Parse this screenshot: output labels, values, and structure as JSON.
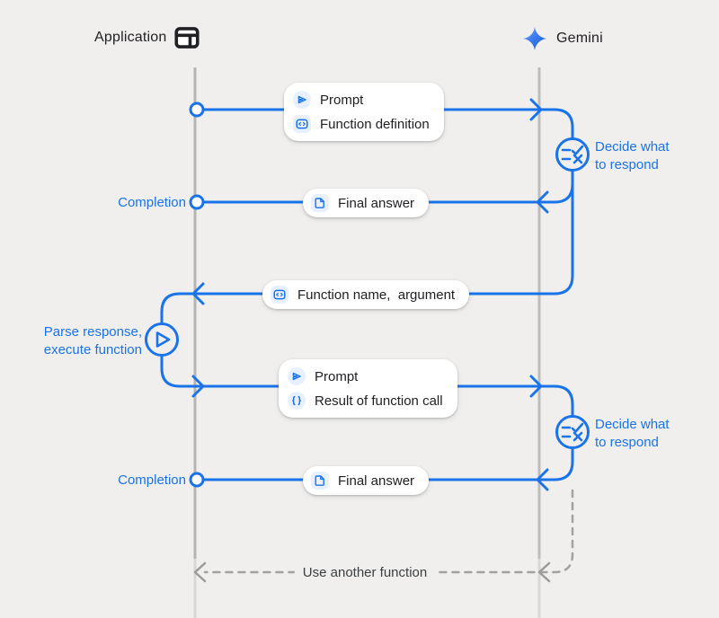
{
  "colors": {
    "accent_blue": "#1a73e8",
    "background": "#f0efed",
    "icon_chip_bg": "#e8f0fe",
    "text_dark": "#202124",
    "loop_text": "#3c4043",
    "lifeline_gray": "#b4b4b2",
    "lifeline_gray_light": "#d7d7d5",
    "dashed_gray": "#a1a19f"
  },
  "header": {
    "application": "Application",
    "gemini": "Gemini"
  },
  "boxes": {
    "prompt_1": {
      "rows": [
        {
          "icon": "send-icon",
          "label": "Prompt"
        },
        {
          "icon": "code-icon",
          "label": "Function definition"
        }
      ]
    },
    "final_answer_1": {
      "icon": "document-icon",
      "label": "Final answer"
    },
    "function_name": {
      "icon": "code-icon",
      "label": "Function name,  argument"
    },
    "prompt_2": {
      "rows": [
        {
          "icon": "send-icon",
          "label": "Prompt"
        },
        {
          "icon": "braces-icon",
          "label": "Result of function call"
        }
      ]
    },
    "final_answer_2": {
      "icon": "document-icon",
      "label": "Final answer"
    }
  },
  "labels": {
    "completion_1": "Completion",
    "completion_2": "Completion",
    "decide_1": {
      "lines": [
        "Decide what",
        "to respond"
      ]
    },
    "decide_2": {
      "lines": [
        "Decide what",
        "to respond"
      ]
    },
    "parse": {
      "lines": [
        "Parse response,",
        "execute function"
      ]
    },
    "loop": "Use another function"
  }
}
